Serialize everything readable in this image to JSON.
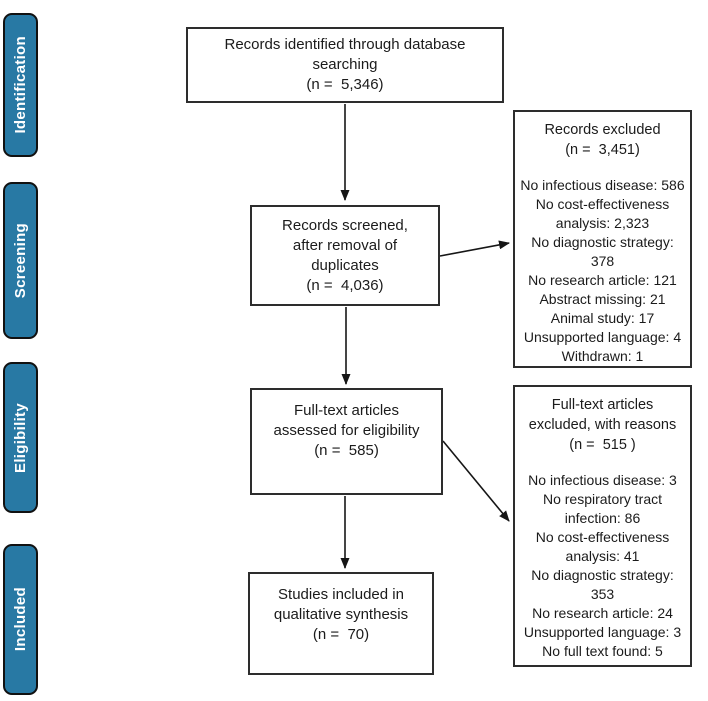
{
  "palette": {
    "stage_fill": "#2879a4",
    "stage_text": "#ffffff",
    "box_border": "#2d2d2d",
    "arrow": "#161616",
    "background": "#ffffff"
  },
  "stages": [
    {
      "label": "Identification"
    },
    {
      "label": "Screening"
    },
    {
      "label": "Eligibility"
    },
    {
      "label": "Included"
    }
  ],
  "flow": [
    {
      "name": "records-identified",
      "lines": [
        "Records identified through database",
        "searching",
        "(n =  5,346)"
      ]
    },
    {
      "name": "records-screened",
      "lines": [
        "Records screened,",
        "after removal of",
        "duplicates",
        "(n =  4,036)"
      ]
    },
    {
      "name": "fulltext-assessed",
      "lines": [
        "Full-text articles",
        "assessed for eligibility",
        "(n =  585)"
      ]
    },
    {
      "name": "studies-included",
      "lines": [
        "Studies included in",
        "qualitative synthesis",
        "(n =  70)"
      ]
    }
  ],
  "exclusions": [
    {
      "name": "records-excluded",
      "title_lines": [
        "Records excluded",
        "(n =  3,451)"
      ],
      "items": [
        "No infectious disease: 586",
        "No cost-effectiveness analysis: 2,323",
        "No diagnostic strategy: 378",
        "No research article: 121",
        "Abstract missing: 21",
        "Animal study: 17",
        "Unsupported language: 4",
        "Withdrawn: 1"
      ]
    },
    {
      "name": "fulltext-excluded",
      "title_lines": [
        "Full-text articles",
        "excluded, with reasons",
        "(n =  515 )"
      ],
      "items": [
        "No infectious disease: 3",
        "No respiratory tract infection: 86",
        "No cost-effectiveness analysis: 41",
        "No diagnostic strategy: 353",
        "No research article: 24",
        "Unsupported language: 3",
        "No full text found: 5"
      ]
    }
  ]
}
